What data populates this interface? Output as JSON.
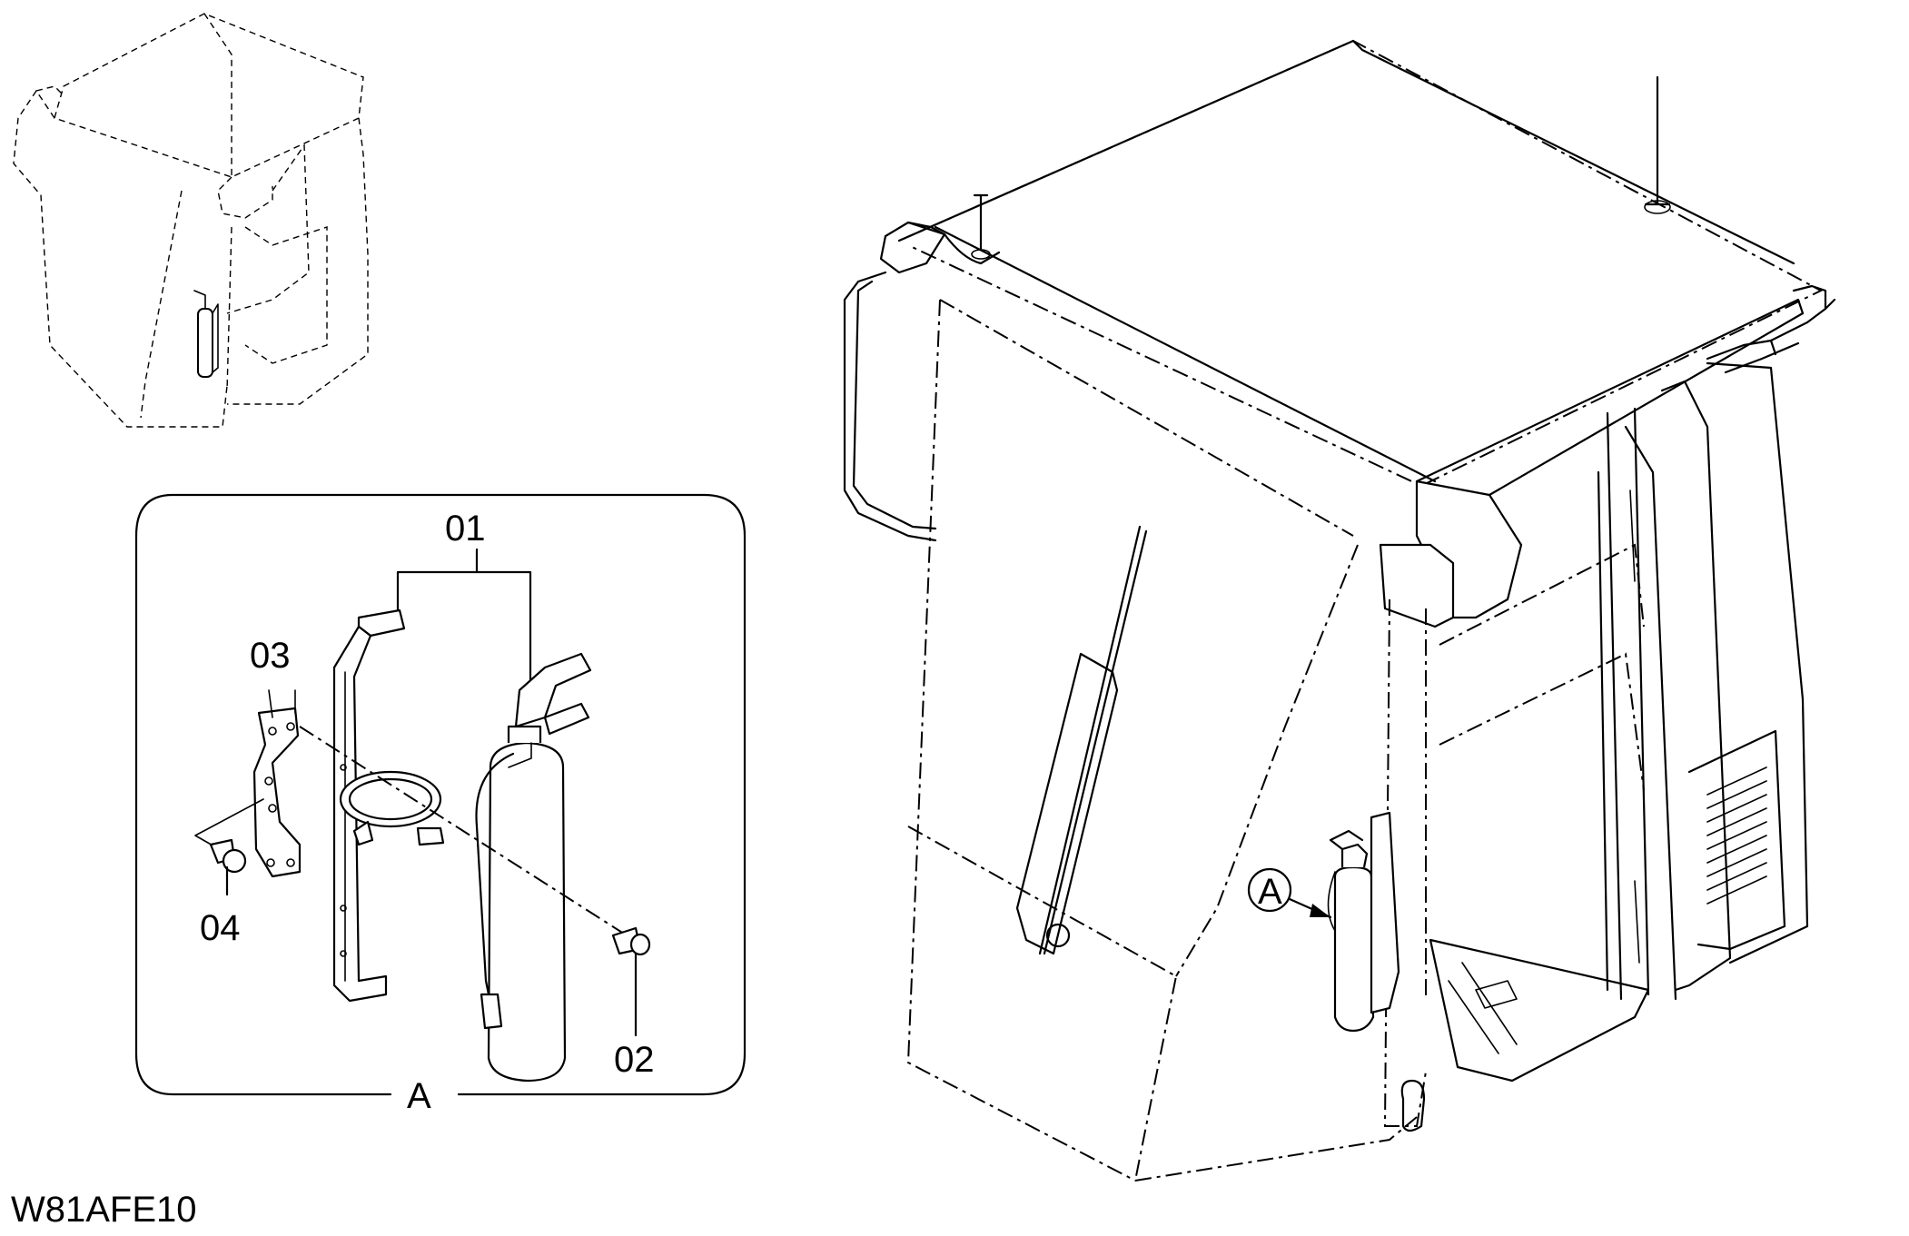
{
  "diagram": {
    "drawing_code": "W81AFE10",
    "detail_view_label": "A",
    "callout_label": "A",
    "parts": [
      {
        "number": "01"
      },
      {
        "number": "02"
      },
      {
        "number": "03"
      },
      {
        "number": "04"
      }
    ]
  }
}
